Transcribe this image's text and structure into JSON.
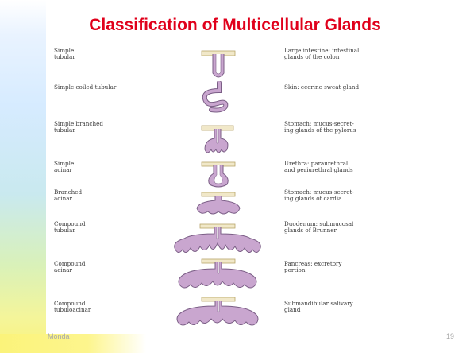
{
  "slide": {
    "title": "Classification of Multicellular Glands",
    "footer_left": "Monda",
    "page_number": "19"
  },
  "colors": {
    "title": "#e0001b",
    "gland_fill": "#c9a6cf",
    "gland_stroke": "#7b5e86",
    "duct_fill": "#f1e8c9"
  },
  "rows": [
    {
      "type": "Simple\ntubular",
      "example": "Large intestine: intestinal\nglands of the colon",
      "icon": "simple-tubular-gland-icon"
    },
    {
      "type": "Simple coiled tubular",
      "example": "Skin: eccrine sweat gland",
      "icon": "simple-coiled-tubular-gland-icon"
    },
    {
      "type": "Simple branched\ntubular",
      "example": "Stomach: mucus-secret-\ning glands of the pylorus",
      "icon": "simple-branched-tubular-gland-icon"
    },
    {
      "type": "Simple\nacinar",
      "example": "Urethra: paraurethral\nand periurethral glands",
      "icon": "simple-acinar-gland-icon"
    },
    {
      "type": "Branched\nacinar",
      "example": "Stomach: mucus-secret-\ning glands of cardia",
      "icon": "branched-acinar-gland-icon"
    },
    {
      "type": "Compound\ntubular",
      "example": "Duodenum: submucosal\nglands of Brunner",
      "icon": "compound-tubular-gland-icon"
    },
    {
      "type": "Compound\nacinar",
      "example": "Pancreas: excretory\nportion",
      "icon": "compound-acinar-gland-icon"
    },
    {
      "type": "Compound\ntubuloacinar",
      "example": "Submandibular salivary\ngland",
      "icon": "compound-tubuloacinar-gland-icon"
    }
  ]
}
